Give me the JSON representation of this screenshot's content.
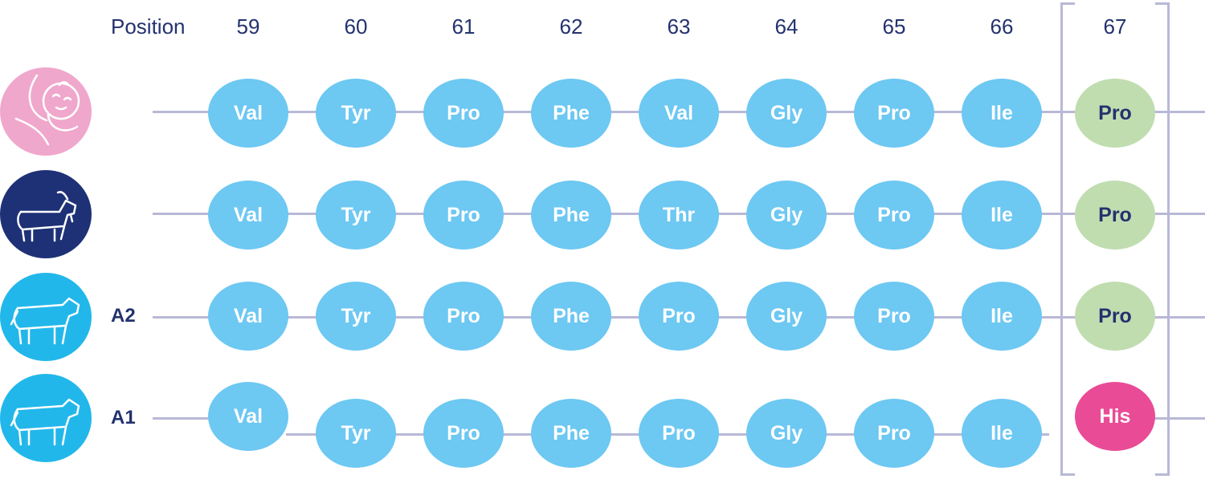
{
  "header": {
    "position_label": "Position",
    "positions": [
      "59",
      "60",
      "61",
      "62",
      "63",
      "64",
      "65",
      "66",
      "67"
    ]
  },
  "rows": [
    {
      "icon": "human-infant-icon",
      "icon_bg": "#f0a7cc",
      "variant": "",
      "residues": [
        "Val",
        "Tyr",
        "Pro",
        "Phe",
        "Val",
        "Gly",
        "Pro",
        "Ile",
        "Pro"
      ]
    },
    {
      "icon": "goat-icon",
      "icon_bg": "#1e3176",
      "variant": "",
      "residues": [
        "Val",
        "Tyr",
        "Pro",
        "Phe",
        "Thr",
        "Gly",
        "Pro",
        "Ile",
        "Pro"
      ]
    },
    {
      "icon": "cow-icon",
      "icon_bg": "#22b7ea",
      "variant": "A2",
      "residues": [
        "Val",
        "Tyr",
        "Pro",
        "Phe",
        "Pro",
        "Gly",
        "Pro",
        "Ile",
        "Pro"
      ]
    },
    {
      "icon": "cow-icon",
      "icon_bg": "#22b7ea",
      "variant": "A1",
      "residues": [
        "Val",
        "Tyr",
        "Pro",
        "Phe",
        "Pro",
        "Gly",
        "Pro",
        "Ile",
        "His"
      ]
    }
  ],
  "colors": {
    "residue": "#6dc8f2",
    "proline_67": "#c0ddb0",
    "histidine_67": "#e94b96",
    "text_dark": "#23326e",
    "connector": "#b8b8d6"
  }
}
